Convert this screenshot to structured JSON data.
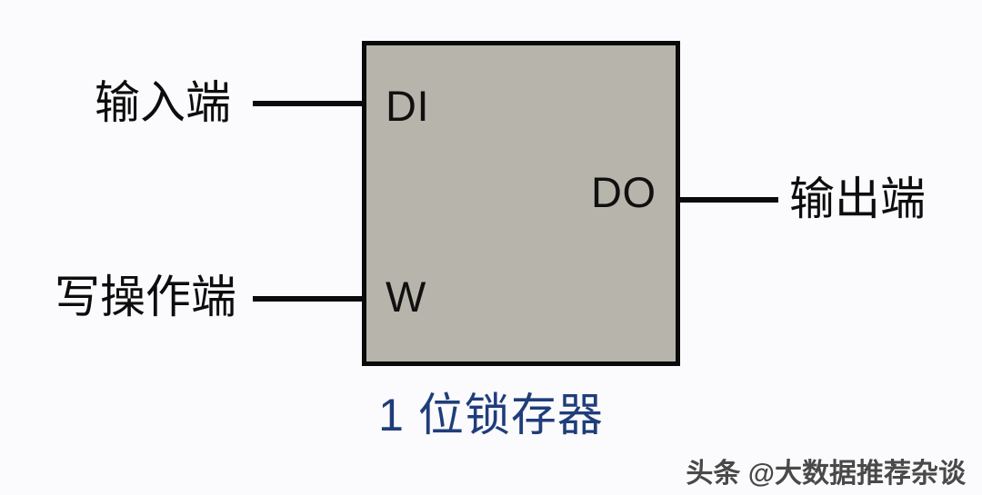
{
  "diagram": {
    "title": "1 位锁存器",
    "block": {
      "name": "latch-block",
      "fill_color": "#b7b5ab",
      "border_color": "#0a0a0a"
    },
    "ports": [
      {
        "id": "DI",
        "label": "DI",
        "side": "left-top",
        "terminal_label": "输入端"
      },
      {
        "id": "W",
        "label": "W",
        "side": "left-bottom",
        "terminal_label": "写操作端"
      },
      {
        "id": "DO",
        "label": "DO",
        "side": "right",
        "terminal_label": "输出端"
      }
    ],
    "terminals": {
      "input": "输入端",
      "write": "写操作端",
      "output": "输出端"
    },
    "caption": "1 位锁存器",
    "caption_color": "#1f3d7a",
    "background_color": "#fbfafc"
  },
  "watermark": {
    "text": "头条 @大数据推荐杂谈"
  }
}
